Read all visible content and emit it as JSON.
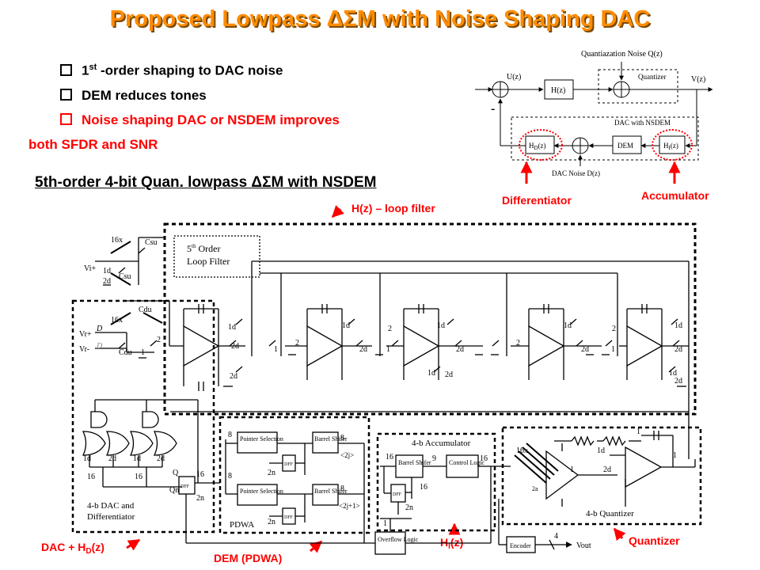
{
  "title": "Proposed Lowpass ΔΣM with Noise Shaping DAC",
  "bullets": [
    {
      "pre": "1",
      "sup": "st",
      "post": " -order shaping to DAC noise",
      "color": "#000000"
    },
    {
      "pre": "DEM reduces tones",
      "sup": "",
      "post": "",
      "color": "#000000"
    },
    {
      "pre": "Noise shaping DAC or NSDEM improves",
      "sup": "",
      "post": "",
      "color": "#ff0000"
    }
  ],
  "bullet_cont": "both SFDR and SNR",
  "subtitle": "5th-order 4-bit Quan. lowpass ΔΣM with NSDEM",
  "block_diagram": {
    "input": "U(z)",
    "output": "V(z)",
    "loop_filter": "H(z)",
    "quantizer": "Quantizer",
    "quant_noise": "Quantiazation Noise Q(z)",
    "dac_group": "DAC with NSDEM",
    "hd": "H",
    "hd_sub": "D",
    "hd_tail": "(z)",
    "dem": "DEM",
    "hi": "H",
    "hi_sub": "I",
    "hi_tail": "(z)",
    "dac_noise": "DAC Noise D(z)",
    "minus": "-"
  },
  "annotations": {
    "differentiator": "Differentiator",
    "accumulator": "Accumulator",
    "loop_filter": "H(z) – loop filter",
    "dac_hd_pre": "DAC + H",
    "dac_hd_sub": "D",
    "dac_hd_tail": "(z)",
    "dem_pdwa": "DEM (PDWA)",
    "hi_pre": "H",
    "hi_sub": "I",
    "hi_tail": "(z)",
    "quantizer": "Quantizer"
  },
  "schematic": {
    "loop_filter_title_a": "5",
    "loop_filter_title_sup": "th",
    "loop_filter_title_b": " Order",
    "loop_filter_title_c": "Loop Filter",
    "csu": "Csu",
    "cdu": "Cdu",
    "x16": "16x",
    "vin_p": "Vi+",
    "vr_p": "Vr+",
    "vr_m": "Vr-",
    "d": "D",
    "l1": "1",
    "l2": "2",
    "l1d": "1d",
    "l2d": "2d",
    "l16": "16",
    "l8": "8",
    "l9": "9",
    "l4": "4",
    "ln": "2n",
    "pointer_sel": "Pointer Selection",
    "barrel": "Barrel Shifer",
    "dff": "DFF",
    "pdwa": "PDWA",
    "acc_title": "4-b Accumulator",
    "control_logic": "Control Logic",
    "overflow_logic": "Overflow Logic",
    "dac_title_a": "4-b DAC and",
    "dac_title_b": "Differentiator",
    "q": "Q",
    "qn": "Qn",
    "two_a": "2a",
    "quant_title": "4-b Quantizer",
    "encoder": "Encoder",
    "vout": "Vout",
    "idx_2j": "<2j>",
    "idx_2j1": "<2j+1>"
  },
  "colors": {
    "title": "#ff8c00",
    "title_shadow": "#7a4a00",
    "annotation": "#ff0000",
    "line": "#000000"
  }
}
